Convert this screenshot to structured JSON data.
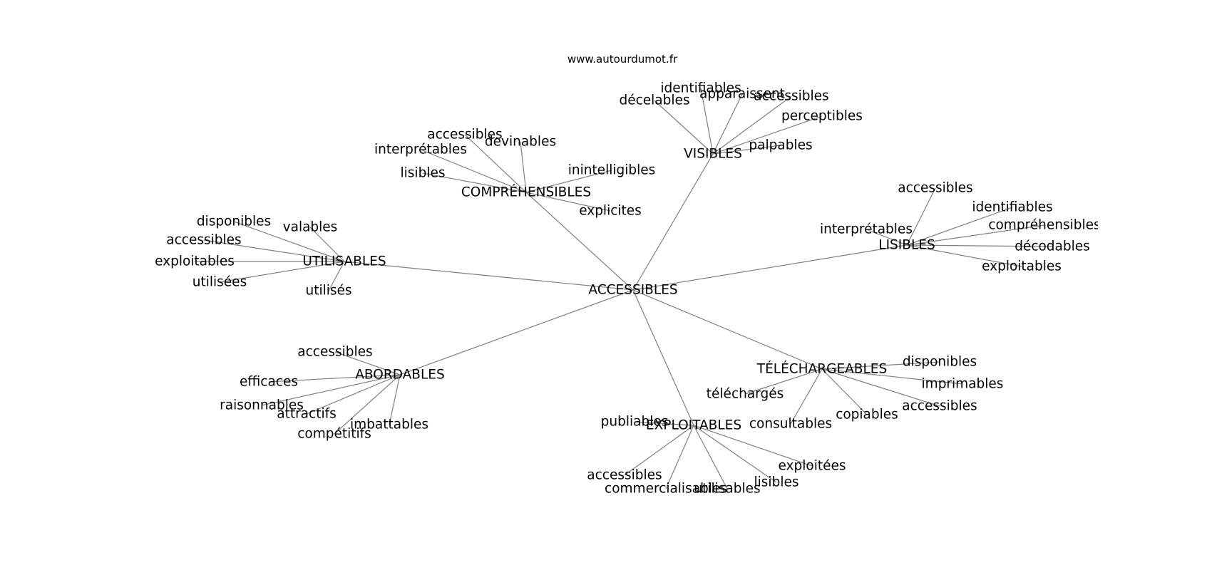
{
  "source": "www.autourdumot.fr",
  "root": "ACCESSIBLES",
  "branches": [
    {
      "id": "visibles",
      "label": "VISIBLES",
      "leaves": [
        "décelables",
        "identifiables",
        "apparaissent",
        "accessibles",
        "perceptibles",
        "palpables"
      ]
    },
    {
      "id": "comprehensibles",
      "label": "COMPRÉHENSIBLES",
      "leaves": [
        "accessibles",
        "devinables",
        "interprétables",
        "lisibles",
        "inintelligibles",
        "explicites"
      ]
    },
    {
      "id": "utilisables",
      "label": "UTILISABLES",
      "leaves": [
        "disponibles",
        "valables",
        "accessibles",
        "exploitables",
        "utilisées",
        "utilisés"
      ]
    },
    {
      "id": "lisibles",
      "label": "LISIBLES",
      "leaves": [
        "accessibles",
        "identifiables",
        "interprétables",
        "compréhensibles",
        "décodables",
        "exploitables"
      ]
    },
    {
      "id": "abordables",
      "label": "ABORDABLES",
      "leaves": [
        "accessibles",
        "efficaces",
        "raisonnables",
        "attractifs",
        "compétitifs",
        "imbattables"
      ]
    },
    {
      "id": "telechargeables",
      "label": "TÉLÉCHARGEABLES",
      "leaves": [
        "disponibles",
        "imprimables",
        "téléchargés",
        "accessibles",
        "copiables",
        "consultables"
      ]
    },
    {
      "id": "exploitables",
      "label": "EXPLOITABLES",
      "leaves": [
        "publiables",
        "exploitées",
        "accessibles",
        "commercialisables",
        "utilisables",
        "lisibles"
      ]
    }
  ]
}
